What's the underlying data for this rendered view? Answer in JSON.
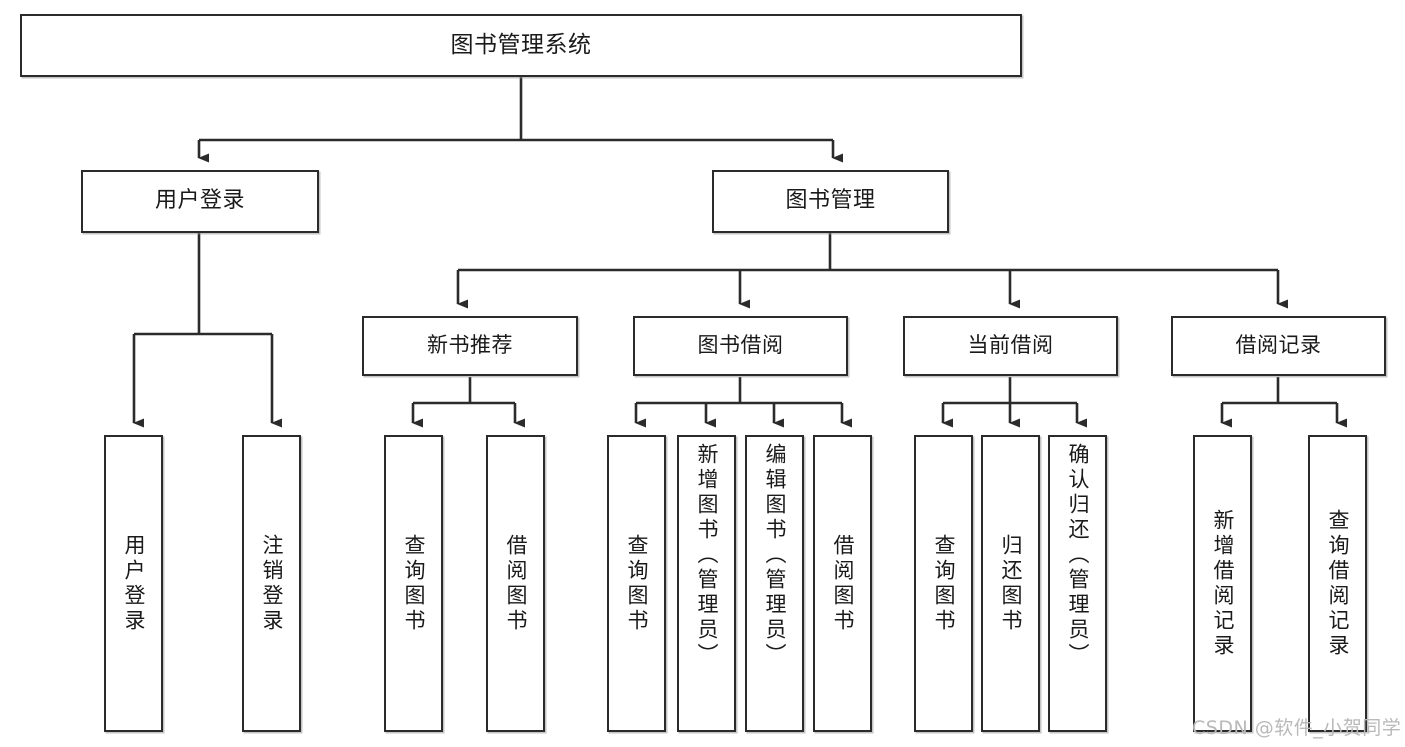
{
  "diagram": {
    "type": "tree",
    "title": "图书管理系统",
    "watermark": "CSDN @软件_小贺同学",
    "colors": {
      "stroke": "#2b2b2b",
      "box_fill": "#ffffff",
      "text": "#1a1a1a",
      "shadow": "#969696",
      "watermark": "#b9b9b9",
      "background": "#ffffff"
    },
    "nodes": {
      "root": {
        "label": "图书管理系统"
      },
      "level2": [
        {
          "label": "用户登录"
        },
        {
          "label": "图书管理"
        }
      ],
      "level3": [
        {
          "label": "新书推荐"
        },
        {
          "label": "图书借阅"
        },
        {
          "label": "当前借阅"
        },
        {
          "label": "借阅记录"
        }
      ],
      "leaves": {
        "user_login": [
          {
            "label": "用户登录"
          },
          {
            "label": "注销登录"
          }
        ],
        "new_book": [
          {
            "label": "查询图书"
          },
          {
            "label": "借阅图书"
          }
        ],
        "book_borrow": [
          {
            "label": "查询图书"
          },
          {
            "label": "新增图书（管理员）"
          },
          {
            "label": "编辑图书（管理员）"
          },
          {
            "label": "借阅图书"
          }
        ],
        "current_borrow": [
          {
            "label": "查询图书"
          },
          {
            "label": "归还图书"
          },
          {
            "label": "确认归还（管理员）"
          }
        ],
        "borrow_record": [
          {
            "label": "新增借阅记录"
          },
          {
            "label": "查询借阅记录"
          }
        ]
      }
    }
  }
}
